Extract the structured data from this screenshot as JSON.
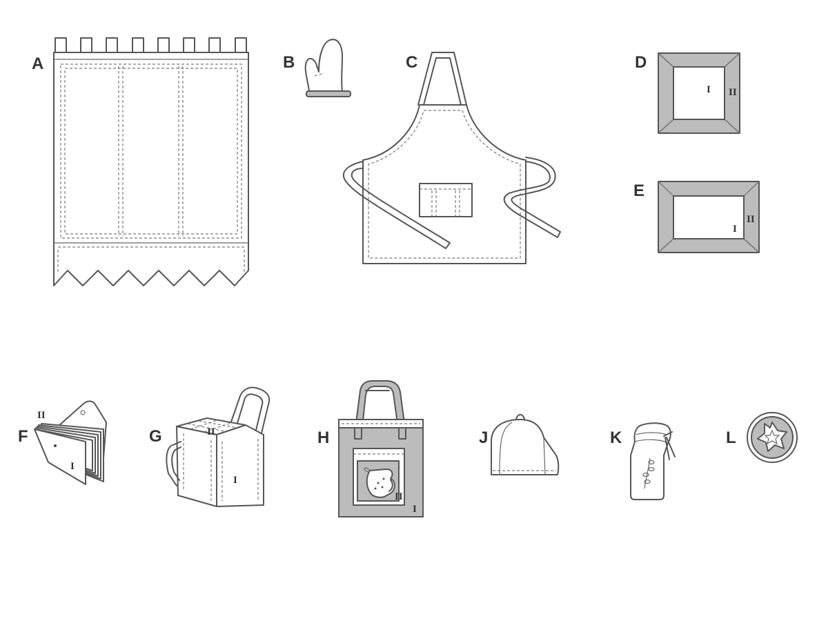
{
  "items": [
    {
      "id": "A",
      "label": "A"
    },
    {
      "id": "B",
      "label": "B"
    },
    {
      "id": "C",
      "label": "C"
    },
    {
      "id": "D",
      "label": "D",
      "marks": [
        "I",
        "II"
      ]
    },
    {
      "id": "E",
      "label": "E",
      "marks": [
        "I",
        "II"
      ]
    },
    {
      "id": "F",
      "label": "F",
      "marks": [
        "II",
        "I"
      ]
    },
    {
      "id": "G",
      "label": "G",
      "marks": [
        "II",
        "I"
      ]
    },
    {
      "id": "H",
      "label": "H",
      "marks": [
        "II",
        "I"
      ]
    },
    {
      "id": "J",
      "label": "J"
    },
    {
      "id": "K",
      "label": "K"
    },
    {
      "id": "L",
      "label": "L"
    }
  ],
  "colors": {
    "line": "#555555",
    "fill_gray": "#bcbcbc",
    "label": "#333333"
  }
}
